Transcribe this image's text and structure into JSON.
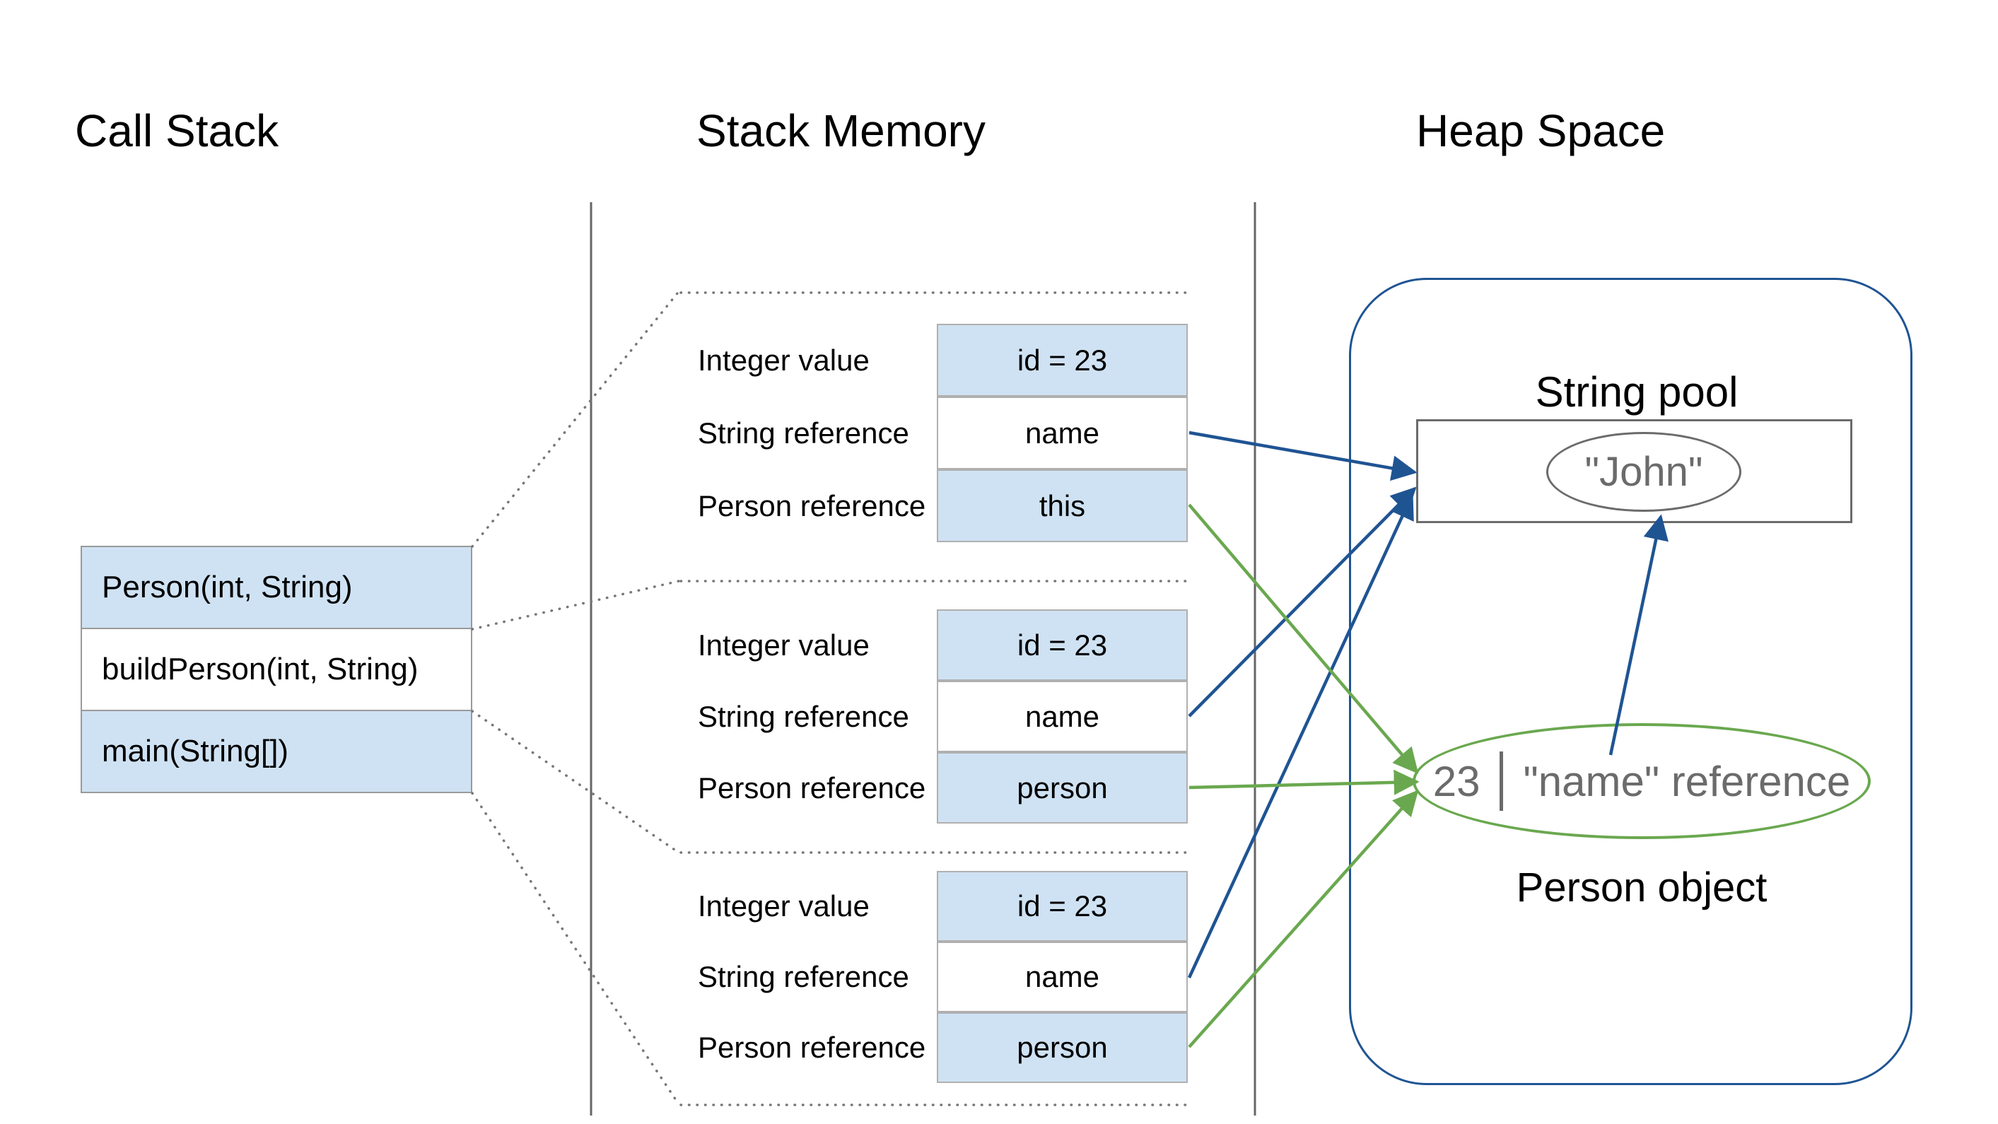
{
  "titles": {
    "call_stack": "Call Stack",
    "stack_memory": "Stack Memory",
    "heap_space": "Heap Space"
  },
  "call_stack": {
    "frames": [
      "Person(int, String)",
      "buildPerson(int, String)",
      "main(String[])"
    ]
  },
  "stack_frames": [
    {
      "rows": [
        {
          "label": "Integer value",
          "value": "id = 23"
        },
        {
          "label": "String reference",
          "value": "name"
        },
        {
          "label": "Person reference",
          "value": "this"
        }
      ]
    },
    {
      "rows": [
        {
          "label": "Integer value",
          "value": "id = 23"
        },
        {
          "label": "String reference",
          "value": "name"
        },
        {
          "label": "Person reference",
          "value": "person"
        }
      ]
    },
    {
      "rows": [
        {
          "label": "Integer value",
          "value": "id = 23"
        },
        {
          "label": "String reference",
          "value": "name"
        },
        {
          "label": "Person reference",
          "value": "person"
        }
      ]
    }
  ],
  "heap": {
    "string_pool_label": "String pool",
    "string_value": "\"John\"",
    "person": {
      "id": "23",
      "name_ref": "\"name\" reference"
    },
    "person_object_label": "Person object"
  },
  "colors": {
    "highlight_fill": "#cfe2f3",
    "reference_blue": "#1f5493",
    "object_green": "#6aa84f",
    "muted_gray_text": "#6b6b6b",
    "cell_border": "#b0b0b0",
    "boundary_line": "#666666",
    "dotted_line": "#777777"
  }
}
